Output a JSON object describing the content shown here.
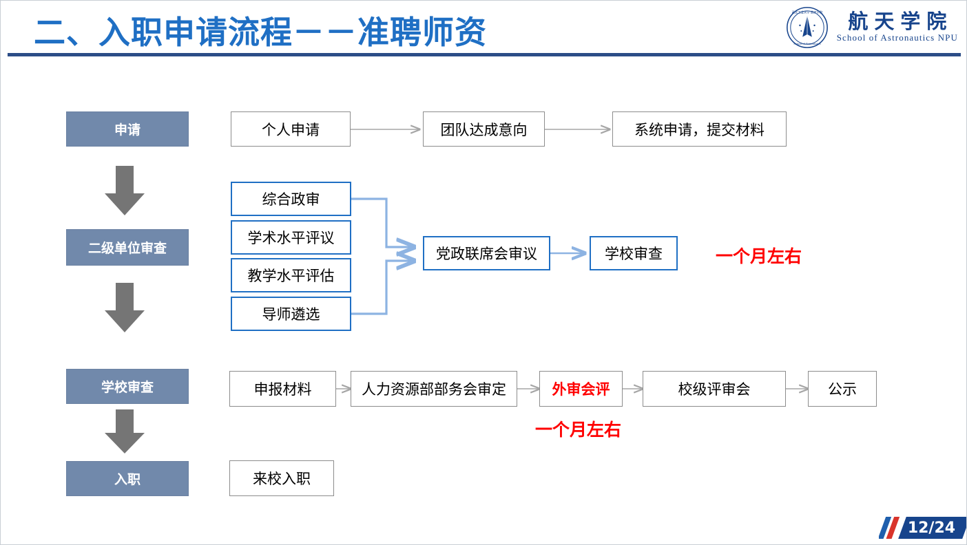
{
  "header": {
    "title": "二、入职申请流程－－准聘师资",
    "logo_cn": "航天学院",
    "logo_en": "School of Astronautics NPU",
    "accent_color": "#1f6fc4",
    "rule_color": "#2c4d87"
  },
  "stages": [
    {
      "label": "申请"
    },
    {
      "label": "二级单位审查"
    },
    {
      "label": "学校审查"
    },
    {
      "label": "入职"
    }
  ],
  "rows": {
    "apply": {
      "nodes": [
        "个人申请",
        "团队达成意向",
        "系统申请，提交材料"
      ]
    },
    "unit_review": {
      "parallel": [
        "综合政审",
        "学术水平评议",
        "教学水平评估",
        "导师遴选"
      ],
      "merge": "党政联席会审议",
      "next": "学校审查",
      "note": "一个月左右"
    },
    "school_review": {
      "nodes": [
        "申报材料",
        "人力资源部部务会审定",
        "外审会评",
        "校级评审会",
        "公示"
      ],
      "highlight": "外审会评",
      "note": "一个月左右"
    },
    "onboard": {
      "nodes": [
        "来校入职"
      ]
    }
  },
  "colors": {
    "stage_fill": "#7189ab",
    "node_blue_border": "#1f6fc4",
    "node_gray_border": "#8c8c8c",
    "arrow_gray": "#a6a6a6",
    "arrow_blue": "#8db3e2",
    "note_red": "#ff0000",
    "badge_blue": "#17448c"
  },
  "footer": {
    "page": "12/24"
  }
}
